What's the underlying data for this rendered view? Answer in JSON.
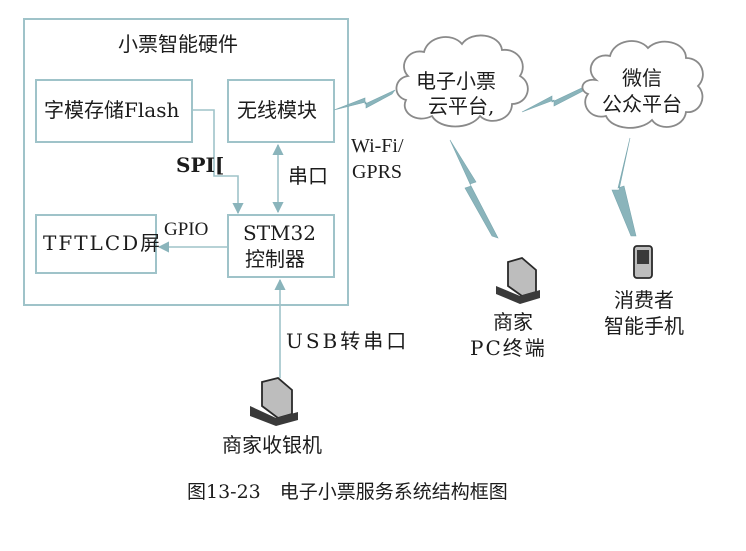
{
  "diagram": {
    "hardware_title": "小票智能硬件",
    "blocks": {
      "flash": "字模存储Flash",
      "wireless": "无线模块",
      "lcd": "TFTLCD屏",
      "mcu_line1": "STM32",
      "mcu_line2": "控制器"
    },
    "links": {
      "spi": "SPI[",
      "uart": "串口",
      "gpio": "GPIO",
      "usb": "USB转串口",
      "wifi_line1": "Wi-Fi/",
      "wifi_line2": "GPRS"
    },
    "clouds": {
      "ticket_cloud_line1": "电子小票",
      "ticket_cloud_line2": "云平台,",
      "wechat_line1": "微信",
      "wechat_line2": "公众平台"
    },
    "devices": {
      "merchant_pc_line1": "商家",
      "merchant_pc_line2": "PC终端",
      "consumer_phone_line1": "消费者",
      "consumer_phone_line2": "智能手机",
      "cashier_line1": "商家收银机"
    },
    "caption": "图13-23　电子小票服务系统结构框图"
  },
  "colors": {
    "box_stroke": "#9fc3c9",
    "arrow": "#8ab4bb",
    "text": "#1c1c1c"
  }
}
